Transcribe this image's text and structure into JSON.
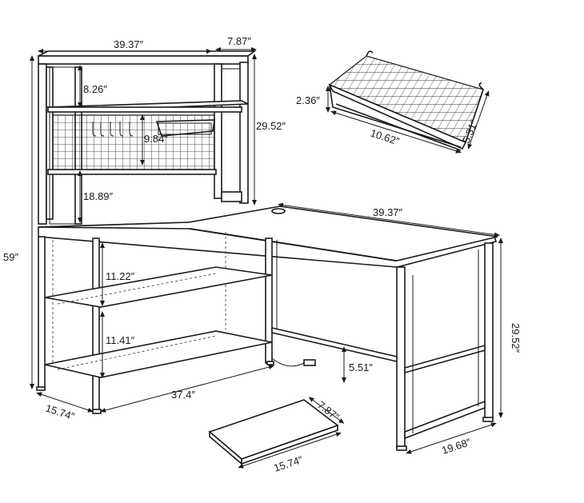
{
  "dimensions": {
    "hutch_width": "39.37″",
    "hutch_depth": "7.87″",
    "top_shelf_gap": "8.26″",
    "pegboard_height": "9.84″",
    "hutch_height": "29.52″",
    "lower_hutch_gap": "18.89″",
    "total_height": "59″",
    "desk_length": "39.37″",
    "shelf_gap_upper": "11.22″",
    "shelf_gap_lower": "11.41″",
    "desk_height": "29.52″",
    "footrest_clearance": "5.51″",
    "base_depth": "15.74″",
    "base_length": "37.4″",
    "leg_depth": "19.68″",
    "basket_height": "2.36″",
    "basket_width": "10.62″",
    "basket_depth": "5.31″",
    "board_depth": "7.87″",
    "board_length": "15.74″"
  },
  "colors": {
    "line": "#1a1a1a",
    "background": "#ffffff"
  }
}
